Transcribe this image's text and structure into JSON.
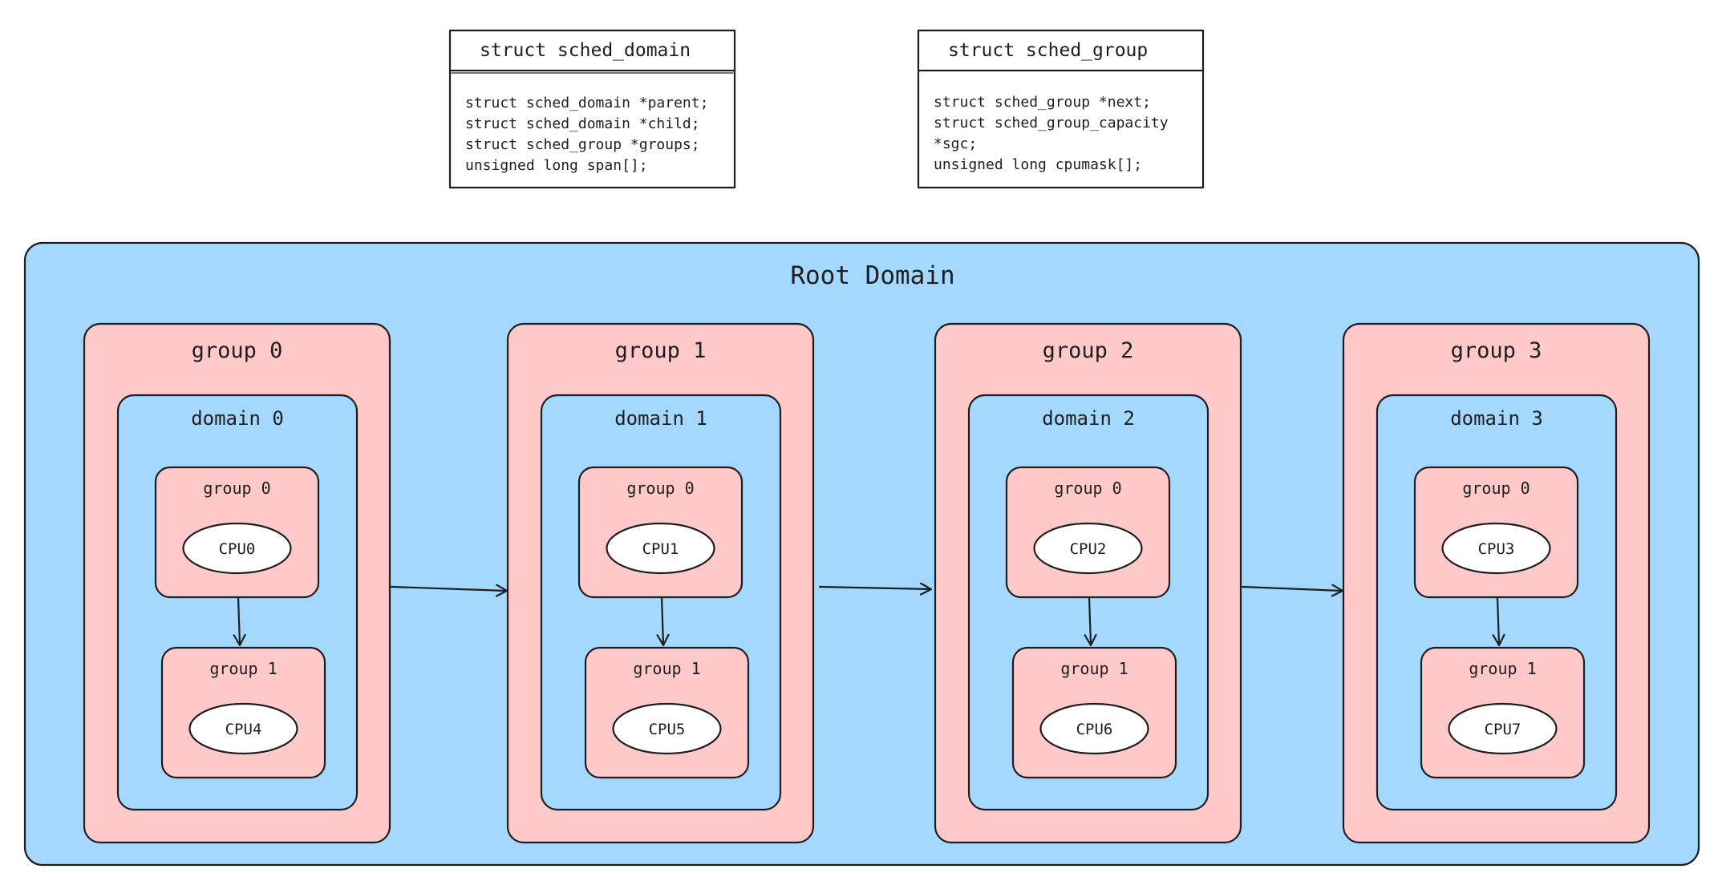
{
  "struct_boxes": [
    {
      "title": "struct sched_domain",
      "lines": [
        "struct sched_domain *parent;",
        "struct sched_domain *child;",
        "struct sched_group *groups;",
        "unsigned long span[];"
      ]
    },
    {
      "title": "struct sched_group",
      "lines": [
        "struct sched_group *next;",
        "struct sched_group_capacity",
        "*sgc;",
        "unsigned long cpumask[];"
      ]
    }
  ],
  "root": {
    "title": "Root Domain"
  },
  "groups": [
    {
      "title": "group 0",
      "domain": "domain 0",
      "subgroups": [
        {
          "title": "group 0",
          "cpu": "CPU0"
        },
        {
          "title": "group 1",
          "cpu": "CPU4"
        }
      ]
    },
    {
      "title": "group 1",
      "domain": "domain 1",
      "subgroups": [
        {
          "title": "group 0",
          "cpu": "CPU1"
        },
        {
          "title": "group 1",
          "cpu": "CPU5"
        }
      ]
    },
    {
      "title": "group 2",
      "domain": "domain 2",
      "subgroups": [
        {
          "title": "group 0",
          "cpu": "CPU2"
        },
        {
          "title": "group 1",
          "cpu": "CPU6"
        }
      ]
    },
    {
      "title": "group 3",
      "domain": "domain 3",
      "subgroups": [
        {
          "title": "group 0",
          "cpu": "CPU3"
        },
        {
          "title": "group 1",
          "cpu": "CPU7"
        }
      ]
    }
  ],
  "colors": {
    "domain_fill": "#a5d8ff",
    "group_fill": "#ffc9c9",
    "cpu_fill": "#ffffff",
    "stroke": "#1e1e1e"
  }
}
